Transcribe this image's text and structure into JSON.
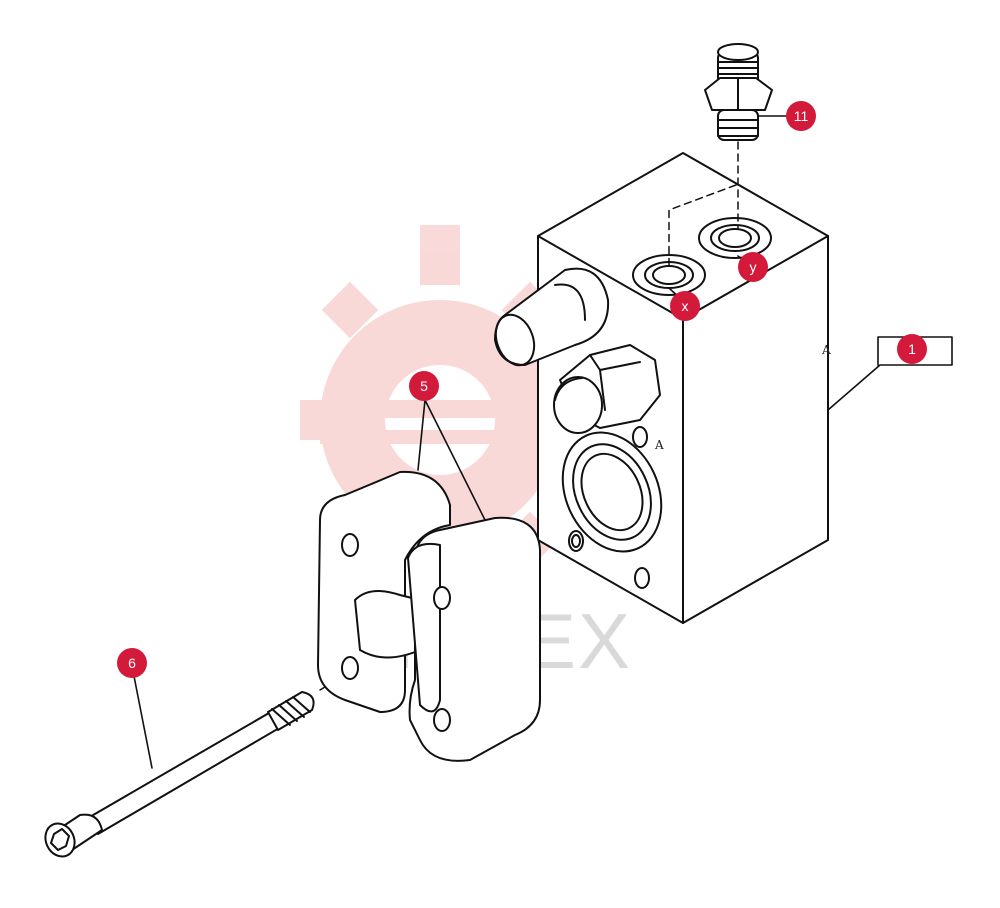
{
  "diagram": {
    "callouts": [
      {
        "id": "c11",
        "label": "11"
      },
      {
        "id": "cy",
        "label": "y"
      },
      {
        "id": "cx",
        "label": "x"
      },
      {
        "id": "c1",
        "label": "1"
      },
      {
        "id": "c5",
        "label": "5"
      },
      {
        "id": "c6",
        "label": "6"
      }
    ],
    "marks": {
      "a1": "A",
      "a2": "A"
    },
    "watermark": "ИНТЕХ",
    "colors": {
      "callout": "#d31a3b",
      "line": "#111111",
      "watermark_logo": "#f8d2d2",
      "watermark_text": "#d9d9d9"
    }
  }
}
